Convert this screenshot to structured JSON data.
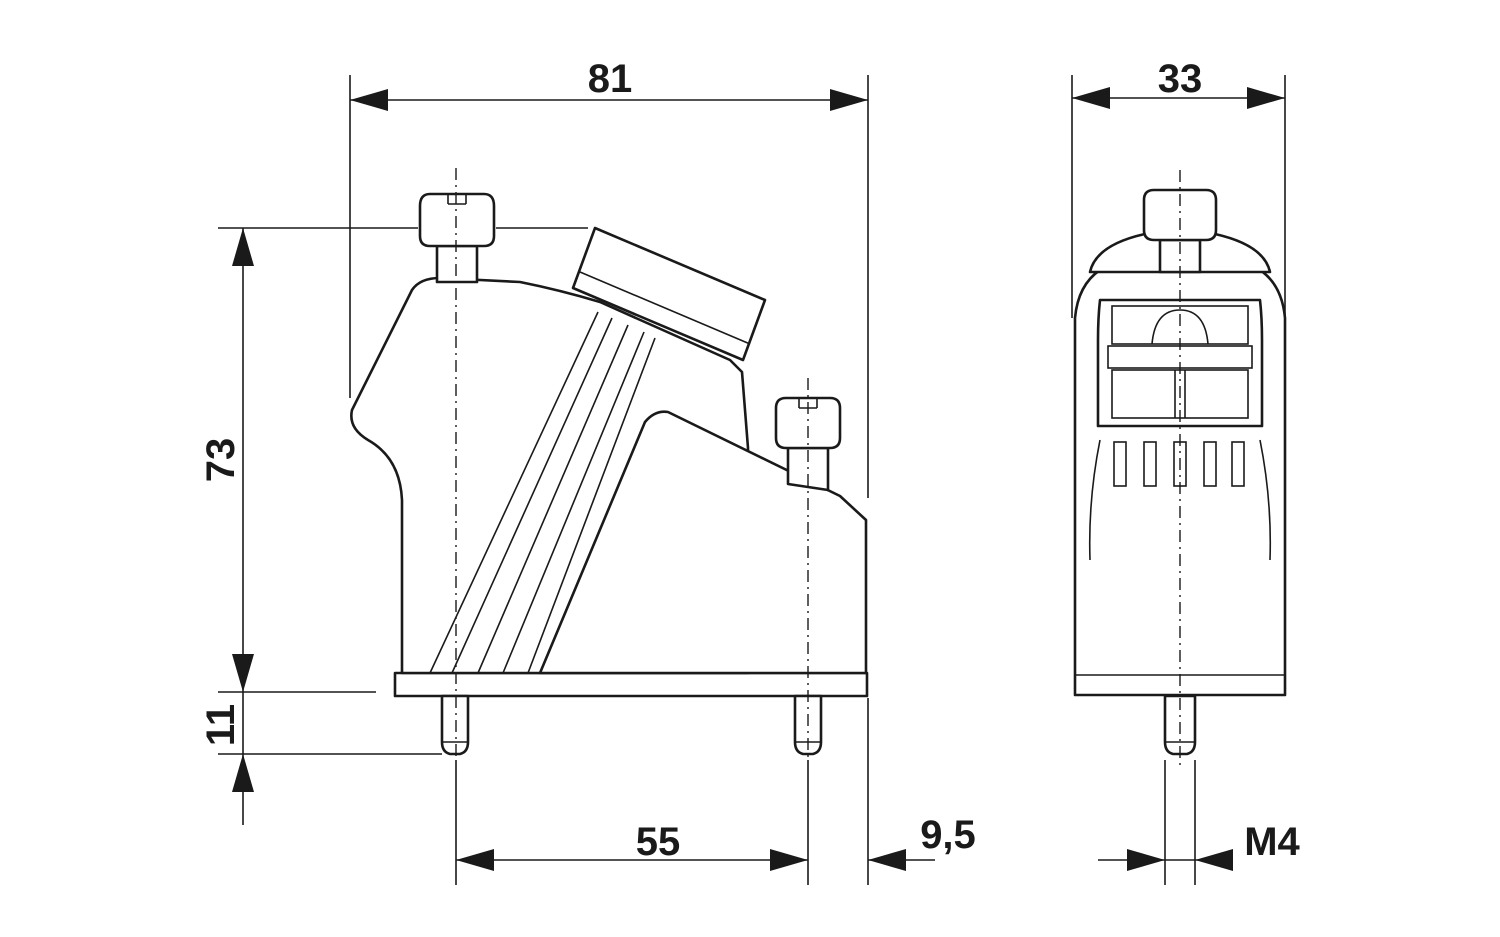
{
  "dimensions": {
    "width_total": "81",
    "height_body": "73",
    "pin_length": "11",
    "pin_spacing": "55",
    "pin_offset": "9,5",
    "depth": "33",
    "thread": "M4"
  },
  "colors": {
    "line": "#1a1a1a",
    "background": "#ffffff"
  }
}
